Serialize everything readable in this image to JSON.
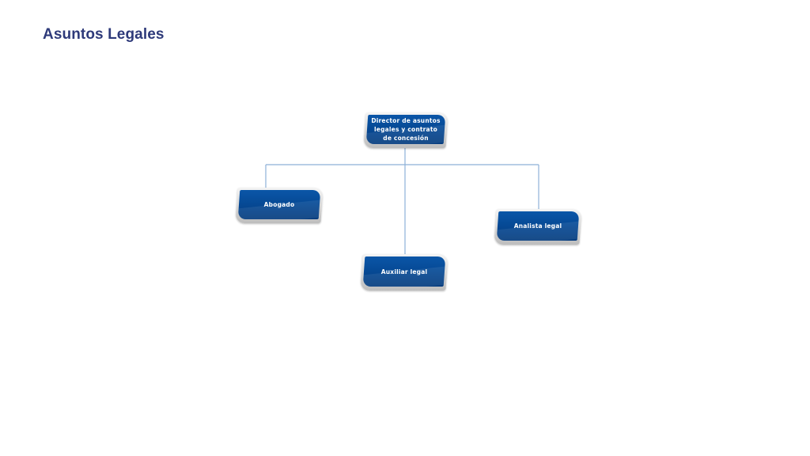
{
  "page": {
    "title": "Asuntos Legales"
  },
  "colors": {
    "title": "#2e3a7a",
    "node_fill": "#064a96",
    "node_frame": "#d6d6d6",
    "connector": "#8eb1d8"
  },
  "org_chart": {
    "root": {
      "label": "Director de asuntos legales y contrato de concesión"
    },
    "children": [
      {
        "label": "Abogado"
      },
      {
        "label": "Auxiliar legal"
      },
      {
        "label": "Analista legal"
      }
    ]
  }
}
